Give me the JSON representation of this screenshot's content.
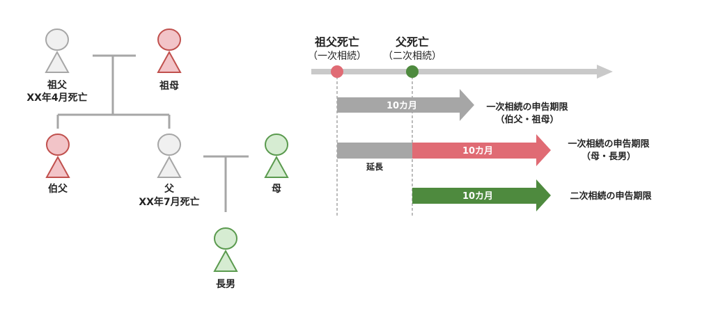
{
  "family": {
    "grandfather": {
      "name": "祖父",
      "note": "XX年4月死亡"
    },
    "grandmother": {
      "name": "祖母"
    },
    "uncle": {
      "name": "伯父"
    },
    "father": {
      "name": "父",
      "note": "XX年7月死亡"
    },
    "mother": {
      "name": "母"
    },
    "son": {
      "name": "長男"
    }
  },
  "timeline": {
    "event1": {
      "title": "祖父死亡",
      "sub": "（一次相続）"
    },
    "event2": {
      "title": "父死亡",
      "sub": "（二次相続）"
    },
    "bar1": {
      "label": "10カ月",
      "desc1": "一次相続の申告期限",
      "desc2": "（伯父・祖母）"
    },
    "extension_label": "延長",
    "bar2": {
      "label": "10カ月",
      "desc1": "一次相続の申告期限",
      "desc2": "（母・長男）"
    },
    "bar3": {
      "label": "10カ月",
      "desc1": "二次相続の申告期限"
    }
  },
  "colors": {
    "gray_fill": "#f0f0f0",
    "gray_stroke": "#a6a6a6",
    "pink_fill": "#f2c4c8",
    "pink_stroke": "#c0504d",
    "green_fill": "#d6ecd2",
    "green_stroke": "#5a9a4e",
    "gray_arrow": "#a6a6a6",
    "red_arrow": "#e06b74",
    "green_arrow": "#4e8a3e",
    "dot_red": "#e06b74",
    "dot_green": "#4e8a3e"
  }
}
